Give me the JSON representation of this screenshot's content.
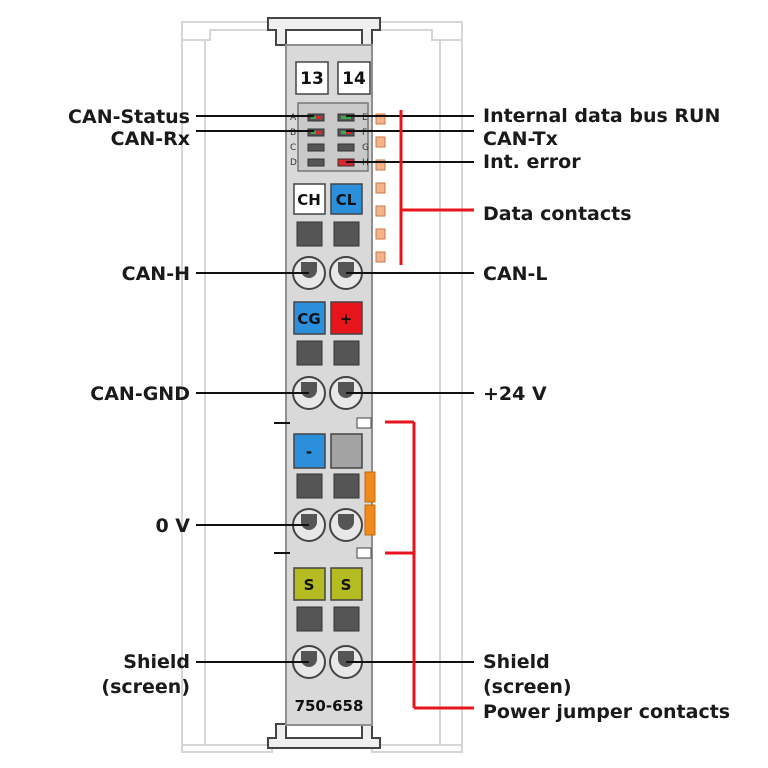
{
  "device": {
    "model": "750-658",
    "positions": [
      "13",
      "14"
    ]
  },
  "led_rows": {
    "left": [
      "A",
      "B",
      "C",
      "D"
    ],
    "right": [
      "E",
      "F",
      "G",
      "H"
    ]
  },
  "terminals": {
    "ch": "CH",
    "cl": "CL",
    "cg": "CG",
    "plus": "+",
    "minus": "-",
    "s1": "S",
    "s2": "S"
  },
  "labels": {
    "can_status": "CAN-Status",
    "can_rx": "CAN-Rx",
    "can_h": "CAN-H",
    "can_gnd": "CAN-GND",
    "zero_v": "0 V",
    "shield_left_1": "Shield",
    "shield_left_2": "(screen)",
    "internal_bus": "Internal data bus RUN",
    "can_tx": "CAN-Tx",
    "int_error": "Int. error",
    "data_contacts": "Data contacts",
    "can_l": "CAN-L",
    "plus_24v": "+24 V",
    "shield_right_1": "Shield",
    "shield_right_2": "(screen)",
    "power_jumper": "Power jumper contacts"
  },
  "colors": {
    "housing": "#d9d9d9",
    "housing_edge": "#9a9a9a",
    "blue": "#2b8fdc",
    "red": "#e8141b",
    "olive": "#b4bc22",
    "orange": "#f08a1c",
    "led_green": "#3aa845",
    "led_red": "#d8262b",
    "callout_red": "#e8141b"
  }
}
